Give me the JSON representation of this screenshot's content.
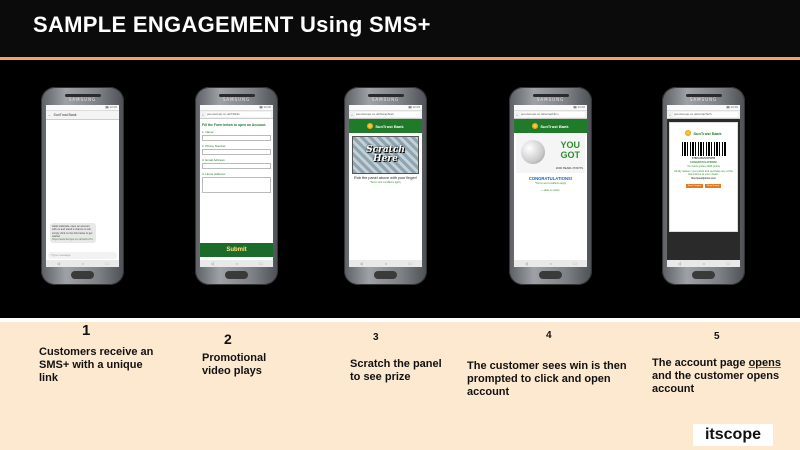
{
  "header": {
    "title": "SAMPLE ENGAGEMENT Using SMS+"
  },
  "phone_brand": "SAMSUNG",
  "phones": {
    "p1": {
      "contact": "SunTrust Bank",
      "message": "Hello Gabriella, open an account with us and stand a chance to win, simply click on the link below to get started",
      "link": "https://www.itscope.co.uk/nsibmc7e",
      "input_placeholder": "Type message"
    },
    "p2": {
      "url": "pos-itscope.co.uk/Tidbits",
      "form_title": "Fill the Form below to open an Account.",
      "fields": [
        "1. Name:",
        "2. Phone Number:",
        "3. Email Address:",
        "4. Home Address:"
      ],
      "submit": "Submit"
    },
    "p3": {
      "url": "pos-itscope.co.uk/ScrapNum",
      "bank": "SunTrust Bank",
      "scratch_line1": "Scratch",
      "scratch_line2": "Here",
      "rub_text": "Rub the panel above with your finger!",
      "terms": "*Terms and conditions apply."
    },
    "p4": {
      "url": "pos-itscope.co.uk/scrapNum",
      "bank": "SunTrust Bank",
      "you": "YOU",
      "got": "GOT",
      "points": "2000 PEARL POINTS",
      "congrats": "CONGRATULATIONS!",
      "terms": "*Terms and conditions apply",
      "slide": "» slide to claim"
    },
    "p5": {
      "url": "pos-itscope.co.uk/scrapTech",
      "bank": "SunTrust Bank",
      "code": "5T8PL6BL5OP5055",
      "congrats": "CONGRATULATIONS!",
      "line1": "You have gotten 2000 points",
      "line2": "Kindly redeem your points and purchase any of the listed items of your choice.",
      "line3": "http://pearlpoints.com",
      "btn_left": "Save Coupon",
      "btn_right": "Shop Promo"
    }
  },
  "steps": [
    {
      "num": "1",
      "text": "Customers receive an SMS+ with a unique link"
    },
    {
      "num": "2",
      "text": "Promotional video plays"
    },
    {
      "num": "3",
      "text": "Scratch the panel to see prize"
    },
    {
      "num": "4",
      "text": "The customer sees win is then prompted to click and open account"
    },
    {
      "num": "5",
      "text_pre": "The account page ",
      "text_ul": "opens",
      "text_post": " and the customer opens account"
    }
  ],
  "logo": "itscope"
}
